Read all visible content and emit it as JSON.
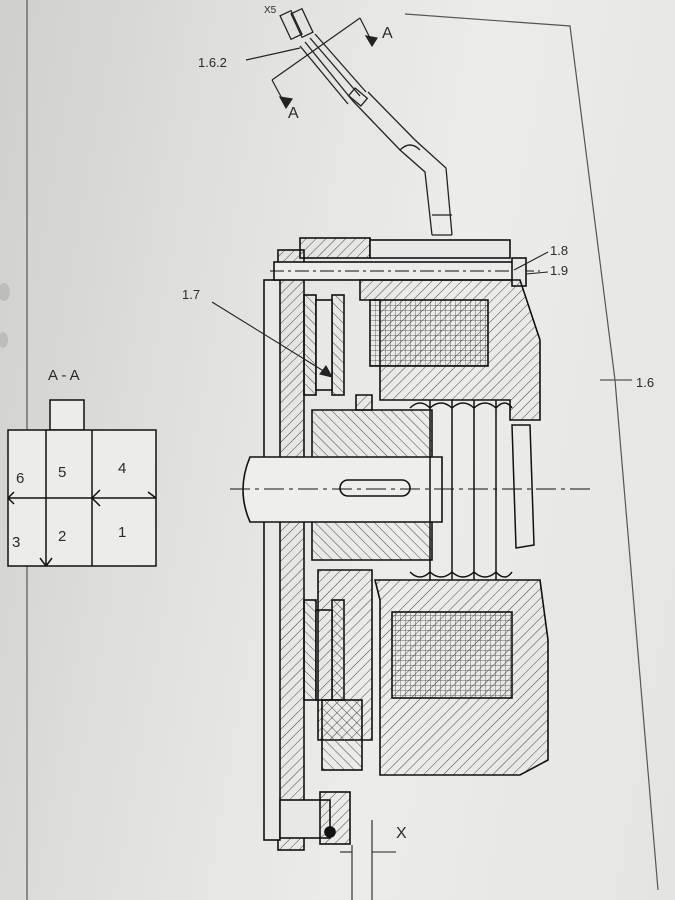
{
  "labels": {
    "x5": "X5",
    "part_162": "1.6.2",
    "section_a_top": "A",
    "section_a_bottom": "A",
    "part_18": "1.8",
    "part_19": "1.9",
    "part_17": "1.7",
    "part_16": "1.6",
    "section_title": "A - A",
    "gap_x": "X"
  },
  "connector": {
    "pins": [
      "6",
      "5",
      "4",
      "3",
      "2",
      "1"
    ]
  }
}
